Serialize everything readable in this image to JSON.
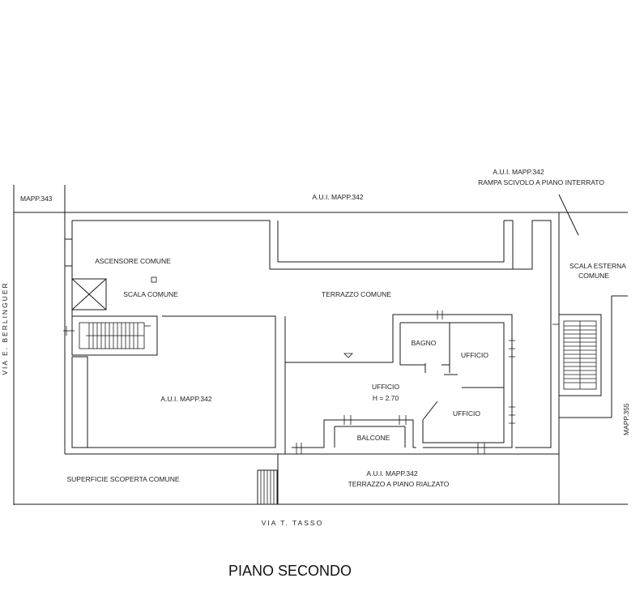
{
  "plan": {
    "title": "PIANO SECONDO",
    "streets": {
      "west": "VIA E. BERLINGUER",
      "south": "VIA T. TASSO"
    },
    "labels": {
      "mapp343": "MAPP.343",
      "aui_top": "A.U.I. MAPP.342",
      "aui_ramp_1": "A.U.I. MAPP.342",
      "aui_ramp_2": "RAMPA SCIVOLO A PIANO INTERRATO",
      "scala_esterna_1": "SCALA ESTERNA",
      "scala_esterna_2": "COMUNE",
      "ascensore": "ASCENSORE COMUNE",
      "scala_comune": "SCALA COMUNE",
      "terrazzo_comune": "TERRAZZO COMUNE",
      "bagno": "BAGNO",
      "ufficio_1": "UFFICIO",
      "ufficio_main": "UFFICIO",
      "height": "H = 2.70",
      "ufficio_2": "UFFICIO",
      "balcone": "BALCONE",
      "aui_left": "A.U.I. MAPP.342",
      "superficie": "SUPERFICIE SCOPERTA COMUNE",
      "aui_bottom_1": "A.U.I. MAPP.342",
      "aui_bottom_2": "TERRAZZO A PIANO RIALZATO",
      "mapp355": "MAPP.355"
    }
  }
}
